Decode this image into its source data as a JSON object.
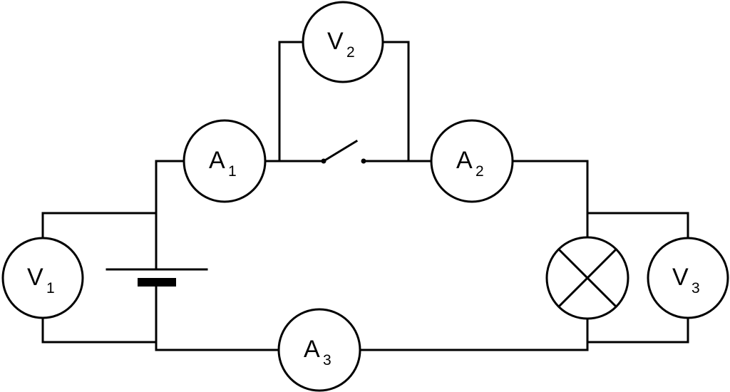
{
  "colors": {
    "line": "#000000",
    "background": "#ffffff"
  },
  "diagram": {
    "meters": [
      {
        "id": "V1",
        "kind": "voltmeter",
        "letter": "V",
        "sub": "1"
      },
      {
        "id": "V2",
        "kind": "voltmeter",
        "letter": "V",
        "sub": "2"
      },
      {
        "id": "V3",
        "kind": "voltmeter",
        "letter": "V",
        "sub": "3"
      },
      {
        "id": "A1",
        "kind": "ammeter",
        "letter": "A",
        "sub": "1"
      },
      {
        "id": "A2",
        "kind": "ammeter",
        "letter": "A",
        "sub": "2"
      },
      {
        "id": "A3",
        "kind": "ammeter",
        "letter": "A",
        "sub": "3"
      }
    ],
    "components": {
      "battery": {
        "icon": "battery-cell-icon"
      },
      "switch": {
        "icon": "open-switch-icon",
        "state": "open"
      },
      "lamp": {
        "icon": "lamp-icon"
      }
    }
  }
}
